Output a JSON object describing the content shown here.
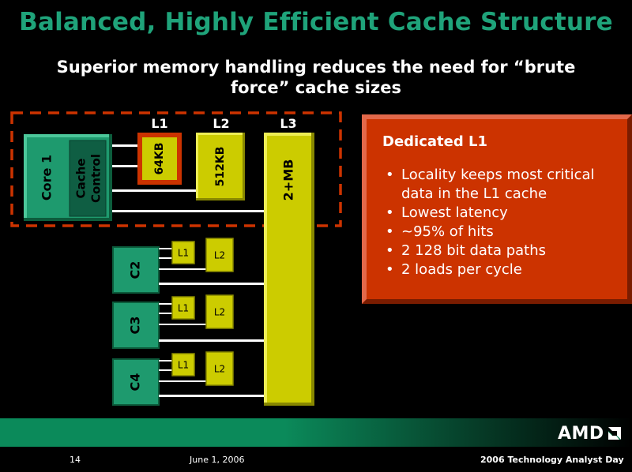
{
  "slide": {
    "title": "Balanced, Highly Efficient Cache Structure",
    "subtitle_line1": "Superior memory handling reduces the need for “brute",
    "subtitle_line2": "force” cache sizes"
  },
  "diagram": {
    "header_l1": "L1",
    "header_l2": "L2",
    "header_l3": "L3",
    "core1": "Core 1",
    "cache_control_1": "Cache",
    "cache_control_2": "Control",
    "l1_size": "64KB",
    "l2_size": "512KB",
    "l3_size": "2+MB",
    "cores": [
      {
        "name": "C2",
        "l1": "L1",
        "l2": "L2"
      },
      {
        "name": "C3",
        "l1": "L1",
        "l2": "L2"
      },
      {
        "name": "C4",
        "l1": "L1",
        "l2": "L2"
      }
    ]
  },
  "info": {
    "heading": "Dedicated L1",
    "bullets": [
      "Locality keeps most critical data in the L1 cache",
      "Lowest latency",
      "~95% of hits",
      "2 128 bit data paths",
      "2 loads per cycle"
    ]
  },
  "footer": {
    "page_number": "14",
    "date": "June 1, 2006",
    "event": "2006 Technology Analyst Day",
    "logo_text": "AMD"
  },
  "colors": {
    "title_green": "#1fa37a",
    "core_green": "#1e9a6e",
    "cache_yellow": "#cccc00",
    "l1_border_red": "#cc3300",
    "box_red": "#cc3300",
    "dashed_red": "#cc3300"
  }
}
